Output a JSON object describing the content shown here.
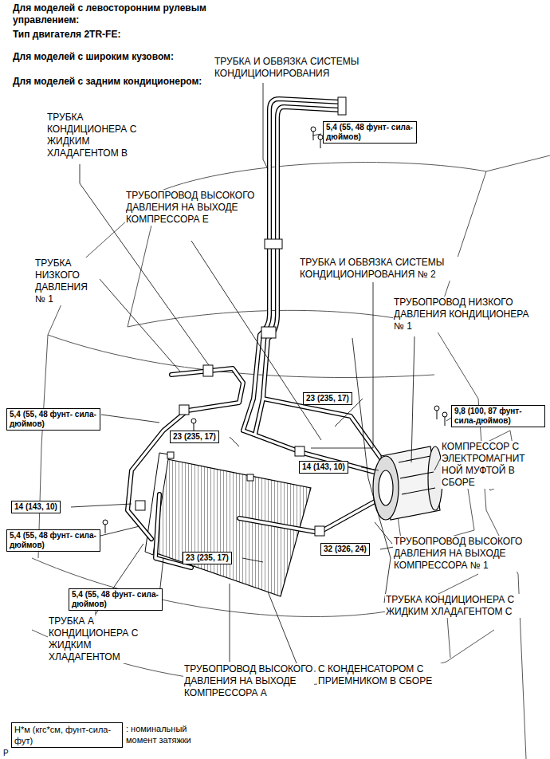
{
  "diagram": {
    "nodes": [
      {
        "text": [
          "5,4 (55, 48 фунт- сила-дюймов)"
        ]
      },
      {
        "text": [
          "5,4 (55, 48 фунт- сила-дюймов)"
        ]
      },
      {
        "text": [
          "23 (235, 17)"
        ]
      },
      {
        "text": [
          "9,8 (100, 87 фунт- сила-дюймов)"
        ]
      },
      {
        "text": [
          "23 (235, 17)"
        ]
      },
      {
        "text": [
          "14 (143, 10)"
        ]
      },
      {
        "text": [
          "14 (143, 10)"
        ]
      },
      {
        "text": [
          "5,4 (55, 48 фунт- сила-дюймов)"
        ]
      },
      {
        "text": [
          "32 (326, 24)"
        ]
      },
      {
        "text": [
          "23 (235, 17)"
        ]
      },
      {
        "text": [
          "5,4 (55, 48 фунт- сила-дюймов)"
        ]
      },
      {
        "text": [
          "Н*м (кгс*см, фунт-сила-фут)",
          ": номинальный момент затяжки"
        ]
      }
    ],
    "labels": [
      "Для моделей с левосторонним рулевым управлением:",
      "Тип двигателя 2TR-FE:",
      "Для моделей с широким кузовом:",
      "Для моделей с задним кондиционером:",
      "ТРУБКА И ОБВЯЗКА СИСТЕМЫ КОНДИЦИОНИРОВАНИЯ",
      "ТРУБКА КОНДИЦИОНЕРА С ЖИДКИМ ХЛАДАГЕНТОМ В",
      "ТРУБОПРОВОД ВЫСОКОГО ДАВЛЕНИЯ НА ВЫХОДЕ КОМПРЕССОРА Е",
      "ТРУБКА НИЗКОГО ДАВЛЕНИЯ № 1",
      "ТРУБКА И ОБВЯЗКА СИСТЕМЫ КОНДИЦИОНИРОВАНИЯ № 2",
      "ТРУБОПРОВОД НИЗКОГО ДАВЛЕНИЯ КОНДИЦИОНЕРА № 1",
      "КОМПРЕССОР С ЭЛЕКТРОМАГНИТ НОЙ МУФТОЙ В СБОРЕ",
      "ТРУБОПРОВОД ВЫСОКОГО ДАВЛЕНИЯ НА ВЫХОДЕ КОМПРЕССОРА № 1",
      "ТРУБКА КОНДИЦИОНЕРА С ЖИДКИМ ХЛАДАГЕНТОМ С",
      "ТРУБКА А КОНДИЦИОНЕРА С ЖИДКИМ ХЛАДАГЕНТОМ",
      "ТРУБОПРОВОД ВЫСОКОГО ДАВЛЕНИЯ НА ВЫХОДЕ КОМПРЕССОРА А",
      "С КОНДЕНСАТОРОМ С ПРИЕМНИКОМ В СБОРЕ",
      "P"
    ]
  }
}
